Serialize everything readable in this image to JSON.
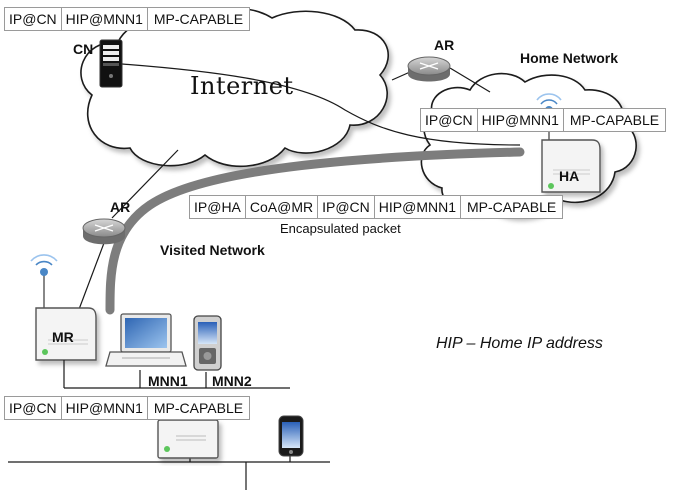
{
  "labels": {
    "cn": "CN",
    "internet": "Internet",
    "ar_top": "AR",
    "home_network": "Home Network",
    "ha": "HA",
    "ar_left": "AR",
    "visited_network": "Visited Network",
    "mr": "MR",
    "mnn1": "MNN1",
    "mnn2": "MNN2",
    "encapsulated": "Encapsulated packet",
    "legend": "HIP – Home IP address"
  },
  "packets": {
    "top": [
      "IP@CN",
      "HIP@MNN1",
      "MP-CAPABLE"
    ],
    "home": [
      "IP@CN",
      "HIP@MNN1",
      "MP-CAPABLE"
    ],
    "encapsulated": [
      "IP@HA",
      "CoA@MR",
      "IP@CN",
      "HIP@MNN1",
      "MP-CAPABLE"
    ],
    "bottom": [
      "IP@CN",
      "HIP@MNN1",
      "MP-CAPABLE"
    ]
  },
  "colors": {
    "tunnel": "#7d7d7d",
    "line": "#1a1a1a",
    "router": "#9c9c9c",
    "wifi": "#4a87c6",
    "led": "#5cc65c"
  }
}
